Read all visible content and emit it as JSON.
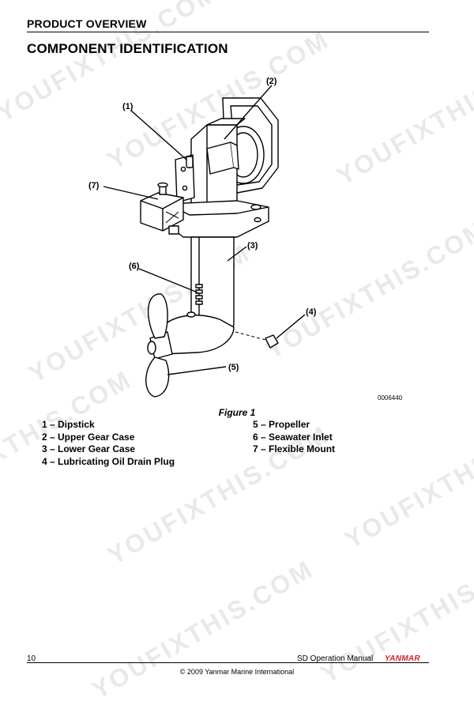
{
  "header": {
    "section": "PRODUCT OVERVIEW",
    "title": "COMPONENT IDENTIFICATION"
  },
  "figure": {
    "callouts": [
      "(1)",
      "(2)",
      "(3)",
      "(4)",
      "(5)",
      "(6)",
      "(7)"
    ],
    "code": "0006440",
    "caption": "Figure 1"
  },
  "legend": {
    "left": [
      "1 – Dipstick",
      "2 – Upper Gear Case",
      "3 – Lower Gear Case",
      "4 – Lubricating Oil Drain Plug"
    ],
    "right": [
      "5 – Propeller",
      "6 – Seawater Inlet",
      "7 – Flexible Mount"
    ]
  },
  "watermarks": [
    "YOUFIXTHIS.COM"
  ],
  "footer": {
    "page_number": "10",
    "manual": "SD Operation Manual",
    "brand": "YANMAR",
    "copyright": "© 2009 Yanmar Marine International"
  },
  "colors": {
    "brand": "#d61f26",
    "watermark": "#e9e9e9"
  }
}
